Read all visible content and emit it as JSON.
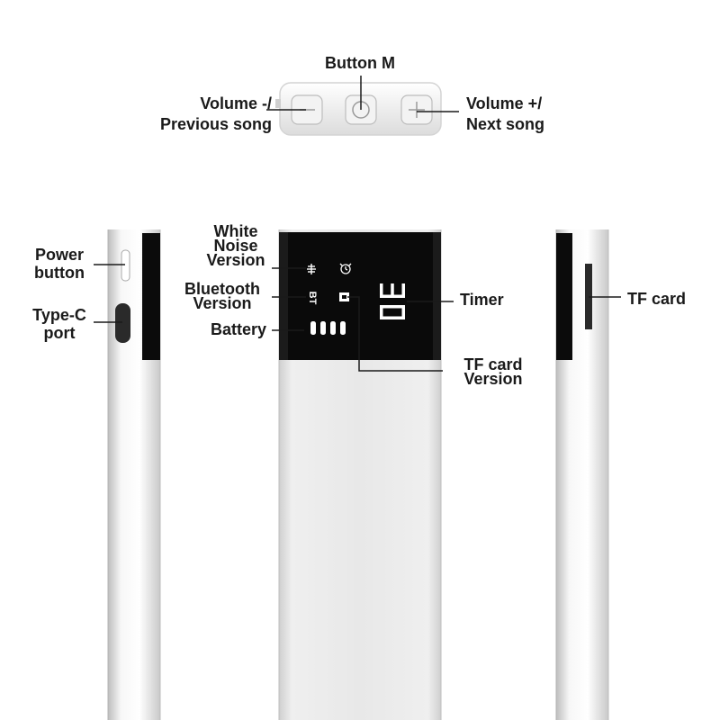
{
  "labels": {
    "button_m": "Button M",
    "volume_minus": [
      "Volume -/",
      "Previous song"
    ],
    "volume_plus": [
      "Volume +/",
      "Next song"
    ],
    "power_button": [
      "Power",
      "button"
    ],
    "type_c_port": [
      "Type-C",
      "port"
    ],
    "white_noise": [
      "White",
      "Noise",
      "Version"
    ],
    "bluetooth": [
      "Bluetooth",
      "Version"
    ],
    "battery": "Battery",
    "timer": "Timer",
    "tf_card_version": [
      "TF card",
      "Version"
    ],
    "tf_card": "TF card"
  },
  "display": {
    "bt_text": "BT",
    "digits": "30",
    "battery_level": 1.0
  },
  "colors": {
    "body": "#ececec",
    "screen": "#0a0a0a",
    "segment": "#ffffff",
    "line": "#1a1a1a"
  }
}
